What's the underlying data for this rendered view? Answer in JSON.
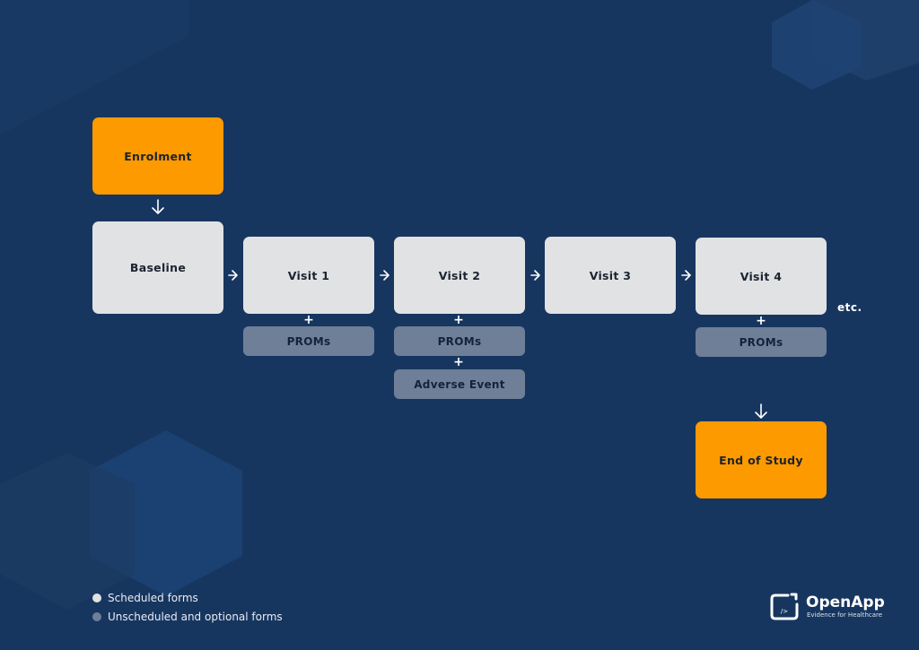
{
  "diagram": {
    "enrolment": "Enrolment",
    "baseline": "Baseline",
    "visits": [
      "Visit 1",
      "Visit 2",
      "Visit 3",
      "Visit 4"
    ],
    "proms": "PROMs",
    "adverse_event": "Adverse Event",
    "end_of_study": "End of Study",
    "etc": "etc.",
    "plus_symbol": "+"
  },
  "legend": {
    "items": [
      {
        "label": "Scheduled forms",
        "color": "#e1e2e4"
      },
      {
        "label": "Unscheduled and optional forms",
        "color": "#6f7f98"
      }
    ]
  },
  "brand": {
    "name": "OpenApp",
    "tagline": "Evidence for Healthcare",
    "logo_glyph": "/>"
  },
  "colors": {
    "background": "#17365f",
    "orange": "#fd9a00",
    "scheduled": "#e1e2e4",
    "optional": "#6f7f98"
  }
}
